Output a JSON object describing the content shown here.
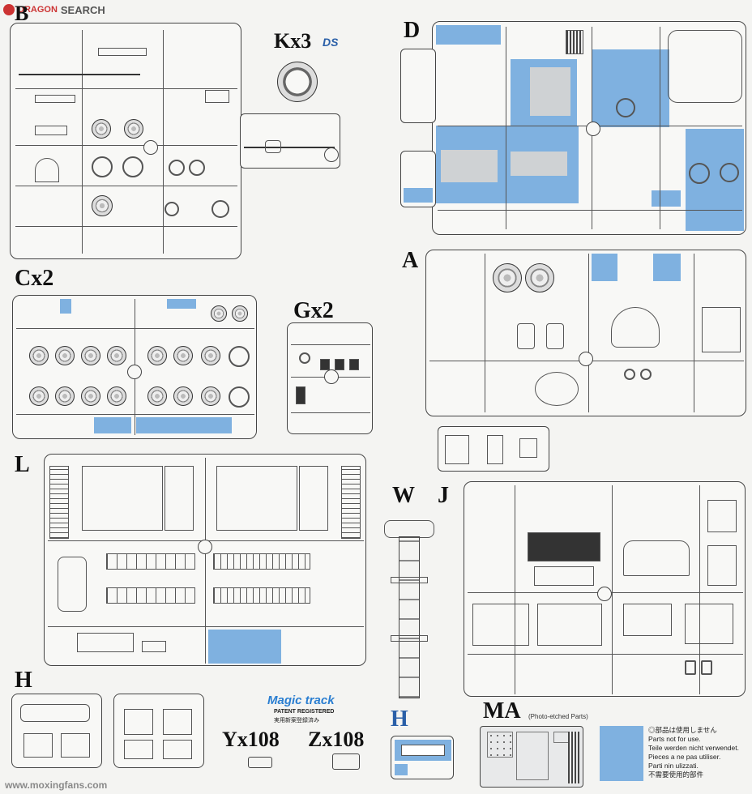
{
  "watermark_top": "DRAGON SEARCH",
  "watermark_top_logo_text": "DRAGON",
  "watermark_search": "SEARCH",
  "sprue_letters": {
    "B": "B",
    "D": "D",
    "Kx3": "Kx3",
    "A": "A",
    "Cx2": "Cx2",
    "Gx2": "Gx2",
    "L": "L",
    "W": "W",
    "J": "J",
    "H": "H",
    "H_blue": "H",
    "MA": "MA",
    "MA_sub": "(Photo-etched Parts)",
    "Yx108": "Yx108",
    "Zx108": "Zx108"
  },
  "magic_track": {
    "logo": "Magic track",
    "line1": "PATENT REGISTERED",
    "line2": "実用新案登録済み"
  },
  "ds_badge": "DS",
  "legend": {
    "swatch_color": "#7fb1e0",
    "lines": [
      "◎部品は使用しません",
      "Parts not for use.",
      "Teile werden nicht verwendet.",
      "Pieces a ne pas utiliser.",
      "Parti nin ulizzati.",
      "不需要使用的部件"
    ]
  },
  "watermark_bottom": "www.moxingfans.com",
  "colors": {
    "unused_blue": "#7fb1e0",
    "outline": "#444444",
    "paper": "#f4f4f2"
  }
}
